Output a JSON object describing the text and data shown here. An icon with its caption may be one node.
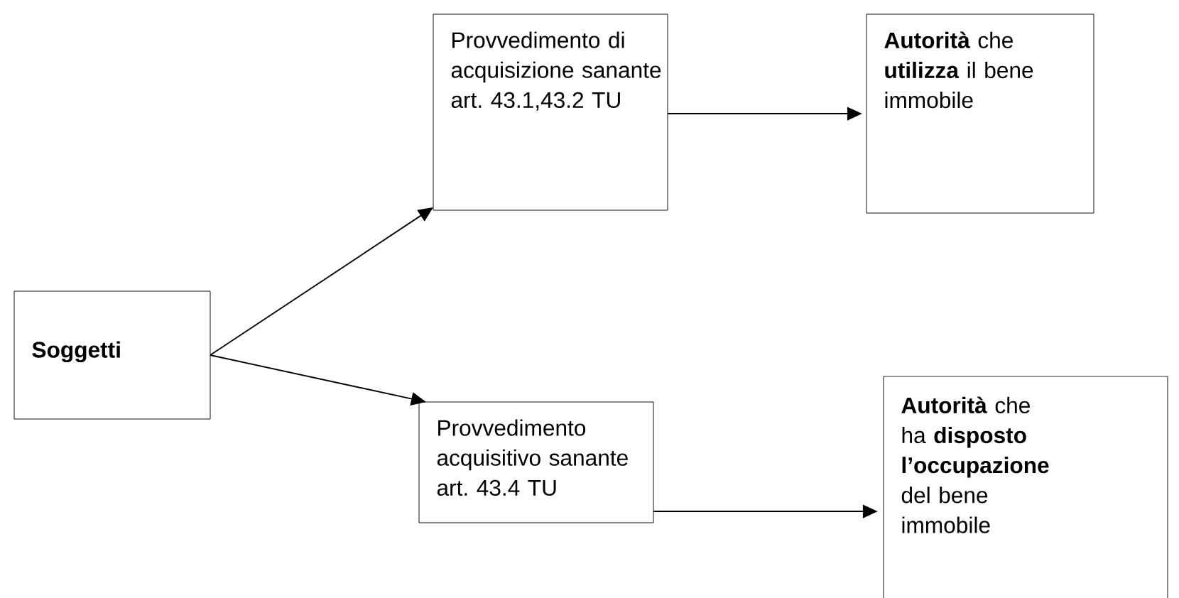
{
  "diagram": {
    "nodes": [
      {
        "text": [
          "Soggetti"
        ]
      },
      {
        "text": [
          "Provvedimento di acquisizione sanante art. 43.1,43.2 TU"
        ]
      },
      {
        "text": [
          "**Autorità** che **utilizza** il bene immobile"
        ]
      },
      {
        "text": [
          "Provvedimento acquisitivo sanante art. 43.4 TU"
        ]
      },
      {
        "text": [
          "**Autorità** che ha **disposto l’occupazione** del bene immobile"
        ]
      }
    ],
    "edges": [
      {
        "from": 0,
        "to": 1,
        "arrow": "to"
      },
      {
        "from": 0,
        "to": 3,
        "arrow": "to"
      },
      {
        "from": 1,
        "to": 2,
        "arrow": "to"
      },
      {
        "from": 3,
        "to": 4,
        "arrow": "to"
      }
    ]
  }
}
